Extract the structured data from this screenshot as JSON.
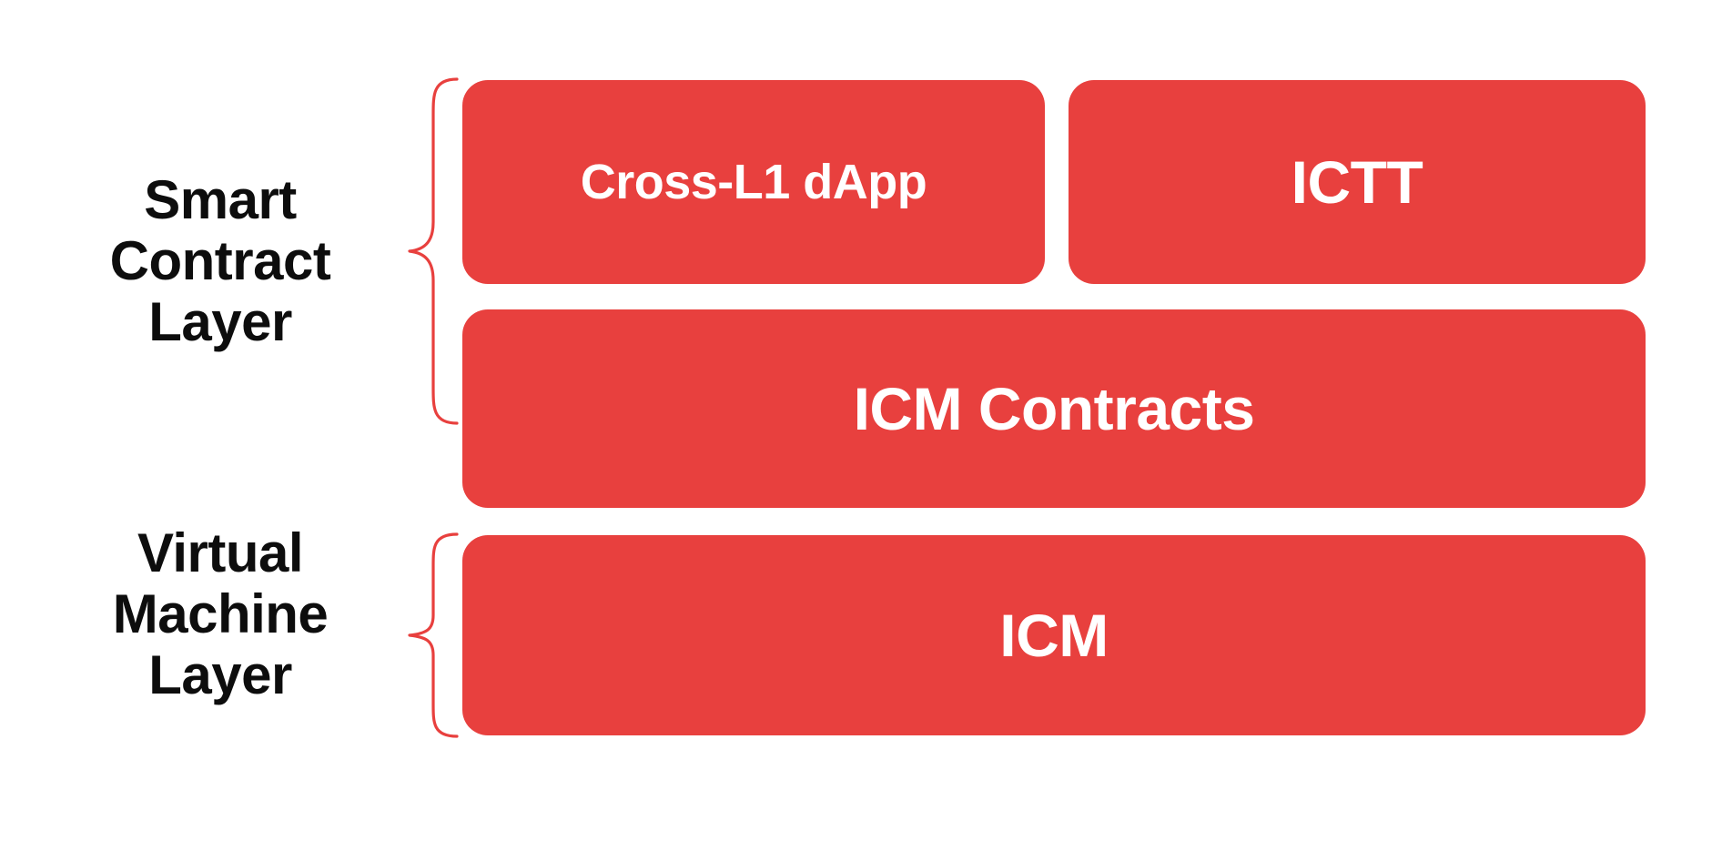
{
  "diagram": {
    "title": "Smart Contract and Virtual Machine Layer Stack",
    "background_color": "#ffffff",
    "accent_color": "#e8403e",
    "label_color": "#0d0d0d",
    "box_text_color": "#ffffff"
  },
  "layers": [
    {
      "id": "smart-contract",
      "label": "Smart\nContract\nLayer",
      "brace": "curly-brace-right"
    },
    {
      "id": "virtual-machine",
      "label": "Virtual\nMachine\nLayer",
      "brace": "curly-brace-right"
    }
  ],
  "rows": [
    {
      "id": "row-top",
      "layer": "smart-contract",
      "boxes": [
        {
          "id": "cross-l1-dapp",
          "label": "Cross-L1 dApp"
        },
        {
          "id": "ictt",
          "label": "ICTT"
        }
      ]
    },
    {
      "id": "row-middle",
      "layer": "smart-contract",
      "boxes": [
        {
          "id": "icm-contracts",
          "label": "ICM Contracts"
        }
      ]
    },
    {
      "id": "row-bottom",
      "layer": "virtual-machine",
      "boxes": [
        {
          "id": "icm",
          "label": "ICM"
        }
      ]
    }
  ]
}
